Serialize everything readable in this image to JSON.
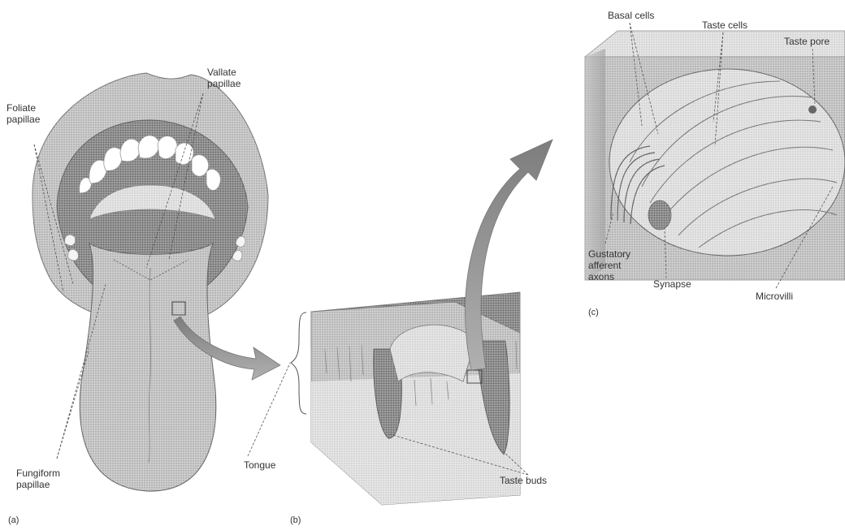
{
  "colors": {
    "line": "#555555",
    "tissue_dark": "#8a8a8a",
    "tissue_mid": "#b5b5b5",
    "tissue_light": "#dcdcdc",
    "arrow": "#9a9a9a",
    "teeth": "#ffffff",
    "text": "#333333"
  },
  "panel_a": {
    "panel_label": "(a)",
    "labels": {
      "foliate": "Foliate\npapillae",
      "vallate": "Vallate\npapillae",
      "fungiform": "Fungiform\npapillae"
    }
  },
  "panel_b": {
    "panel_label": "(b)",
    "labels": {
      "tongue": "Tongue",
      "taste_buds": "Taste buds"
    }
  },
  "panel_c": {
    "panel_label": "(c)",
    "labels": {
      "basal_cells": "Basal cells",
      "taste_cells": "Taste cells",
      "taste_pore": "Taste pore",
      "gustatory_afferent_axons": "Gustatory\nafferent\naxons",
      "synapse": "Synapse",
      "microvilli": "Microvilli"
    }
  }
}
